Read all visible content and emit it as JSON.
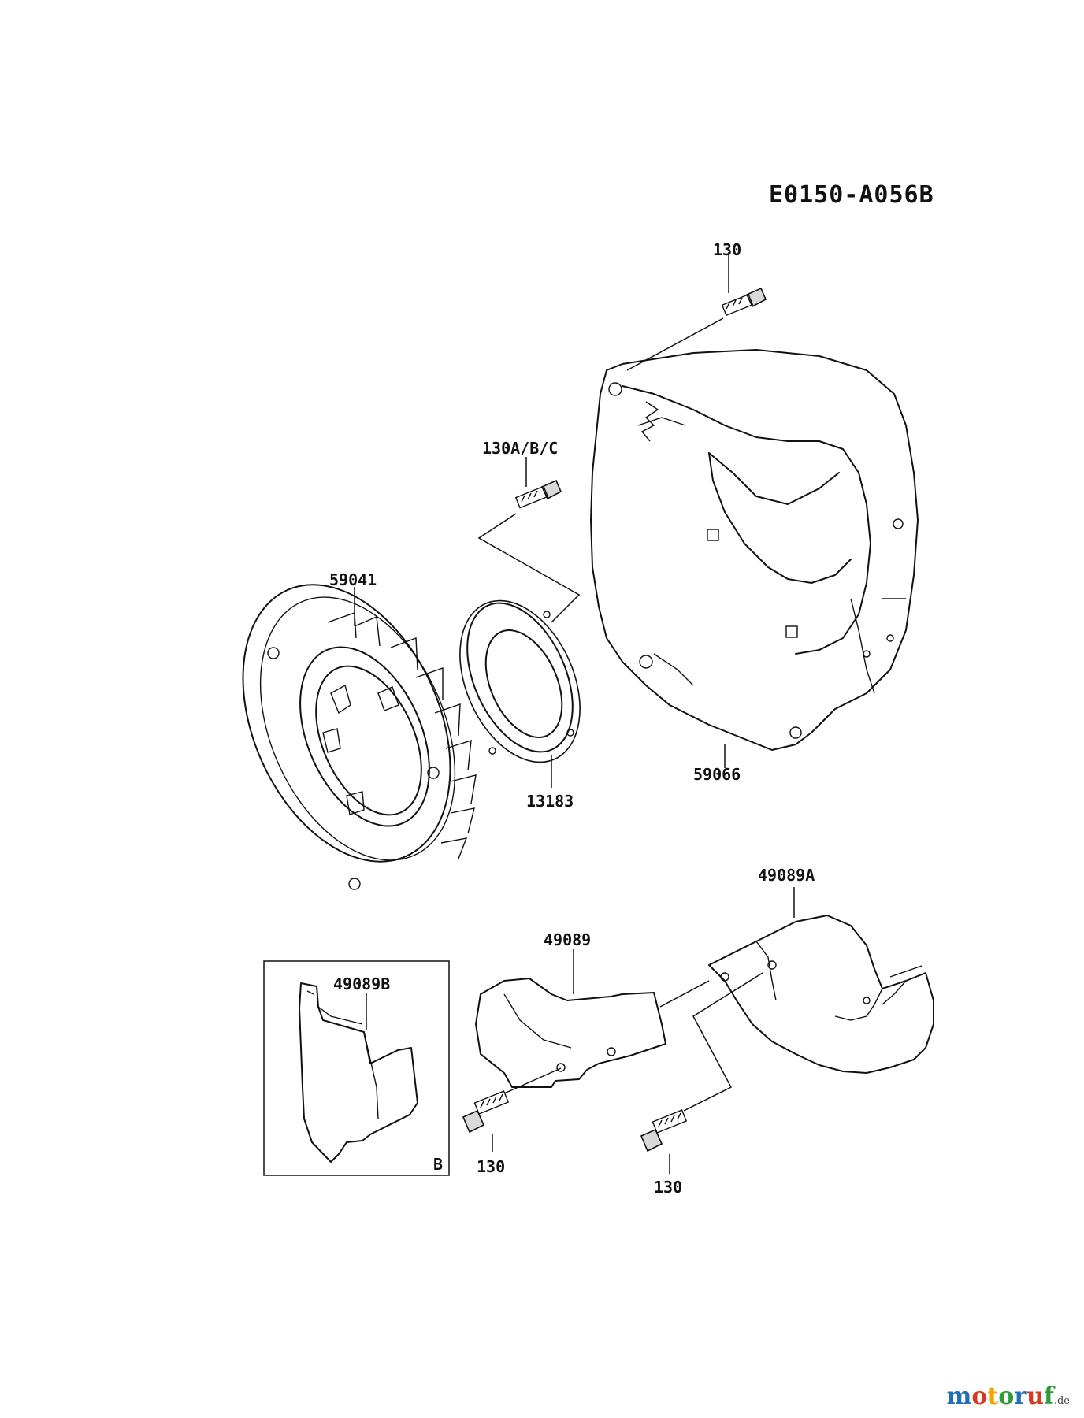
{
  "diagram": {
    "code": "E0150-A056B",
    "labels": {
      "bolt_top": "130",
      "bolt_mid": "130A/B/C",
      "fan": "59041",
      "plate": "13183",
      "housing": "59066",
      "cover_a": "49089A",
      "cover": "49089",
      "cover_b": "49089B",
      "box_letter": "B",
      "bolt_left": "130",
      "bolt_right": "130"
    }
  },
  "watermark": {
    "text": "motoruf",
    "suffix": ".de",
    "colors": [
      "#1f6fb4",
      "#d9381e",
      "#f0a500",
      "#2e9b3a",
      "#1f6fb4",
      "#d9381e",
      "#2e9b3a"
    ]
  }
}
